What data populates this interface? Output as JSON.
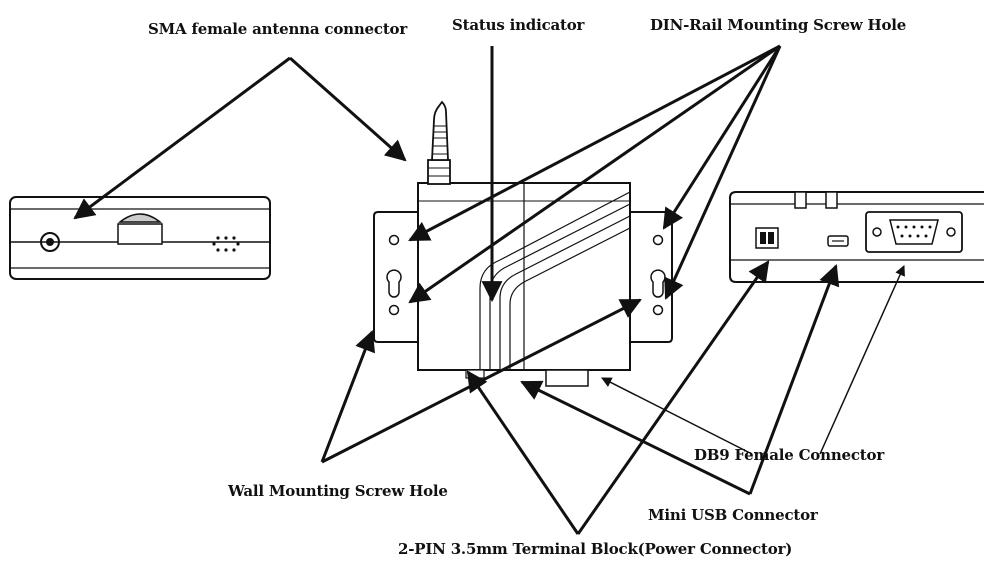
{
  "labels": {
    "sma": "SMA female antenna connector",
    "status": "Status indicator",
    "din_rail": "DIN-Rail Mounting Screw Hole",
    "wall": "Wall Mounting Screw Hole",
    "db9": "DB9 Female Connector",
    "mini_usb": "Mini USB Connector",
    "terminal": "2-PIN 3.5mm Terminal Block(Power Connector)"
  },
  "colors": {
    "line": "#111111",
    "body_fill": "#ffffff",
    "screen_fill": "#e6e6e6"
  }
}
